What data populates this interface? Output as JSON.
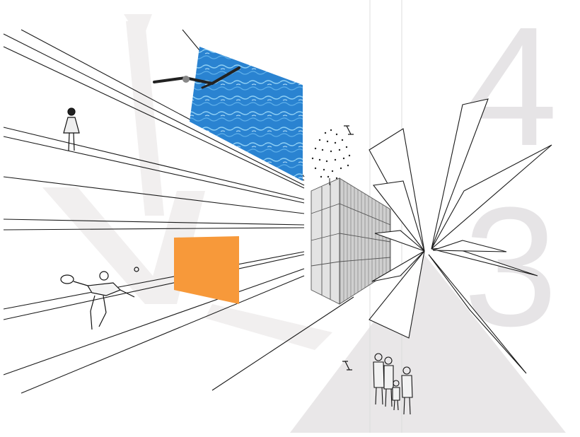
{
  "numerals": [
    "4",
    "3"
  ],
  "colors": {
    "background": "#ffffff",
    "line": "#1a1a1a",
    "ghost": "#eeeceb",
    "numeral": "#e6e4e6",
    "pool": "#2e86d3",
    "pool_light": "#7cc2f0",
    "orange": "#f7993a",
    "container": "#bdbdbd",
    "triangle": "#e9e7e8"
  },
  "figures": [
    {
      "name": "girl",
      "icon": "girl-figure-icon"
    },
    {
      "name": "diver",
      "icon": "diver-figure-icon"
    },
    {
      "name": "tennis-player",
      "icon": "tennis-player-icon"
    },
    {
      "name": "family",
      "icon": "family-group-icon"
    },
    {
      "name": "tree",
      "icon": "tree-icon"
    }
  ],
  "markers": [
    "scale-marker-icon",
    "scale-marker-icon"
  ]
}
